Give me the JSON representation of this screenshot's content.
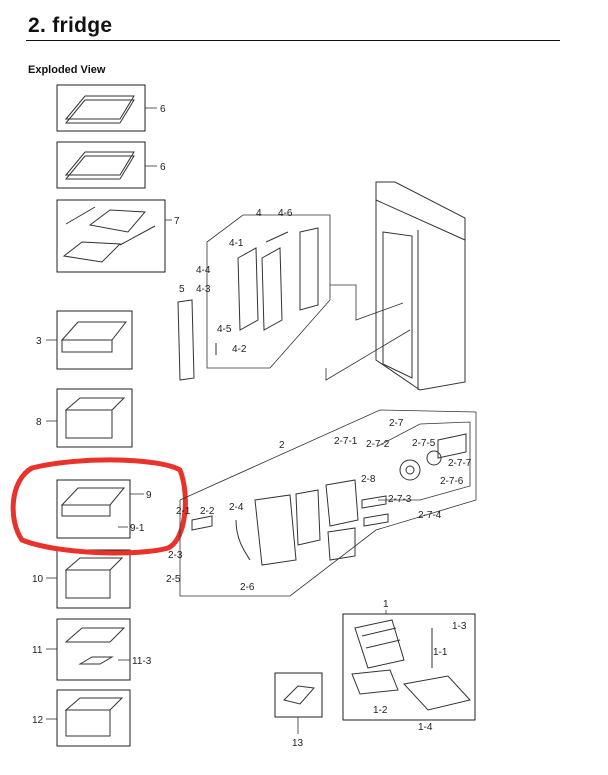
{
  "header": {
    "title": "2.  fridge",
    "subtitle": "Exploded View"
  },
  "annotation": {
    "color": "#e8322a"
  },
  "labels": {
    "l6a": "6",
    "l6b": "6",
    "l7": "7",
    "l3": "3",
    "l8": "8",
    "l9": "9",
    "l9_1": "9-1",
    "l10": "10",
    "l11": "11",
    "l11_3": "11-3",
    "l12": "12",
    "l4": "4",
    "l4_6": "4-6",
    "l4_1": "4-1",
    "l4_4": "4-4",
    "l4_3": "4-3",
    "l4_5": "4-5",
    "l4_2": "4-2",
    "l5": "5",
    "l2": "2",
    "l2_1": "2-1",
    "l2_2": "2-2",
    "l2_3": "2-3",
    "l2_4": "2-4",
    "l2_5": "2-5",
    "l2_6": "2-6",
    "l2_7": "2-7",
    "l2_7_1": "2-7-1",
    "l2_7_2": "2-7-2",
    "l2_7_5": "2-7-5",
    "l2_7_7": "2-7-7",
    "l2_7_6": "2-7-6",
    "l2_7_3": "2-7-3",
    "l2_7_4": "2-7-4",
    "l2_8": "2-8",
    "l1": "1",
    "l1_1": "1-1",
    "l1_2": "1-2",
    "l1_3": "1-3",
    "l1_4": "1-4",
    "l13": "13"
  }
}
